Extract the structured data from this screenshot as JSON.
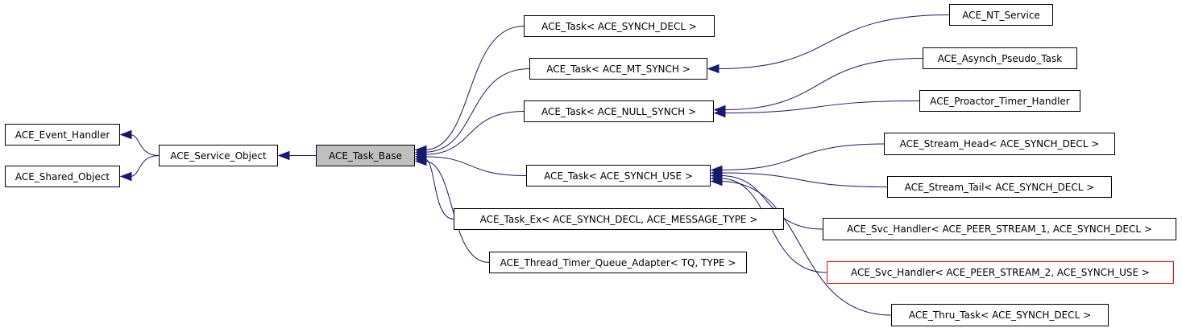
{
  "edge_color": "#191970",
  "current_fill": "#bfbfbf",
  "truncated_border": "#ff0000",
  "nodes": {
    "event_handler": "ACE_Event_Handler",
    "shared_object": "ACE_Shared_Object",
    "service_object": "ACE_Service_Object",
    "task_base": "ACE_Task_Base",
    "task_synch_decl": "ACE_Task< ACE_SYNCH_DECL >",
    "task_mt_synch": "ACE_Task< ACE_MT_SYNCH >",
    "task_null_synch": "ACE_Task< ACE_NULL_SYNCH >",
    "task_synch_use": "ACE_Task< ACE_SYNCH_USE >",
    "task_ex": "ACE_Task_Ex< ACE_SYNCH_DECL, ACE_MESSAGE_TYPE >",
    "thread_timer_queue_adapter": "ACE_Thread_Timer_Queue_Adapter< TQ, TYPE >",
    "nt_service": "ACE_NT_Service",
    "asynch_pseudo_task": "ACE_Asynch_Pseudo_Task",
    "proactor_timer_handler": "ACE_Proactor_Timer_Handler",
    "stream_head": "ACE_Stream_Head< ACE_SYNCH_DECL >",
    "stream_tail": "ACE_Stream_Tail< ACE_SYNCH_DECL >",
    "svc_handler_1": "ACE_Svc_Handler< ACE_PEER_STREAM_1, ACE_SYNCH_DECL >",
    "svc_handler_2": "ACE_Svc_Handler< ACE_PEER_STREAM_2, ACE_SYNCH_USE >",
    "thru_task": "ACE_Thru_Task< ACE_SYNCH_DECL >"
  },
  "edges": [
    {
      "from": "service_object",
      "to": "event_handler"
    },
    {
      "from": "service_object",
      "to": "shared_object"
    },
    {
      "from": "task_base",
      "to": "service_object"
    },
    {
      "from": "task_synch_decl",
      "to": "task_base"
    },
    {
      "from": "task_mt_synch",
      "to": "task_base"
    },
    {
      "from": "task_null_synch",
      "to": "task_base"
    },
    {
      "from": "task_synch_use",
      "to": "task_base"
    },
    {
      "from": "task_ex",
      "to": "task_base"
    },
    {
      "from": "thread_timer_queue_adapter",
      "to": "task_base"
    },
    {
      "from": "nt_service",
      "to": "task_mt_synch"
    },
    {
      "from": "asynch_pseudo_task",
      "to": "task_null_synch"
    },
    {
      "from": "proactor_timer_handler",
      "to": "task_null_synch"
    },
    {
      "from": "stream_head",
      "to": "task_synch_use"
    },
    {
      "from": "stream_tail",
      "to": "task_synch_use"
    },
    {
      "from": "svc_handler_1",
      "to": "task_synch_use"
    },
    {
      "from": "svc_handler_2",
      "to": "task_synch_use"
    },
    {
      "from": "thru_task",
      "to": "task_synch_use"
    }
  ]
}
